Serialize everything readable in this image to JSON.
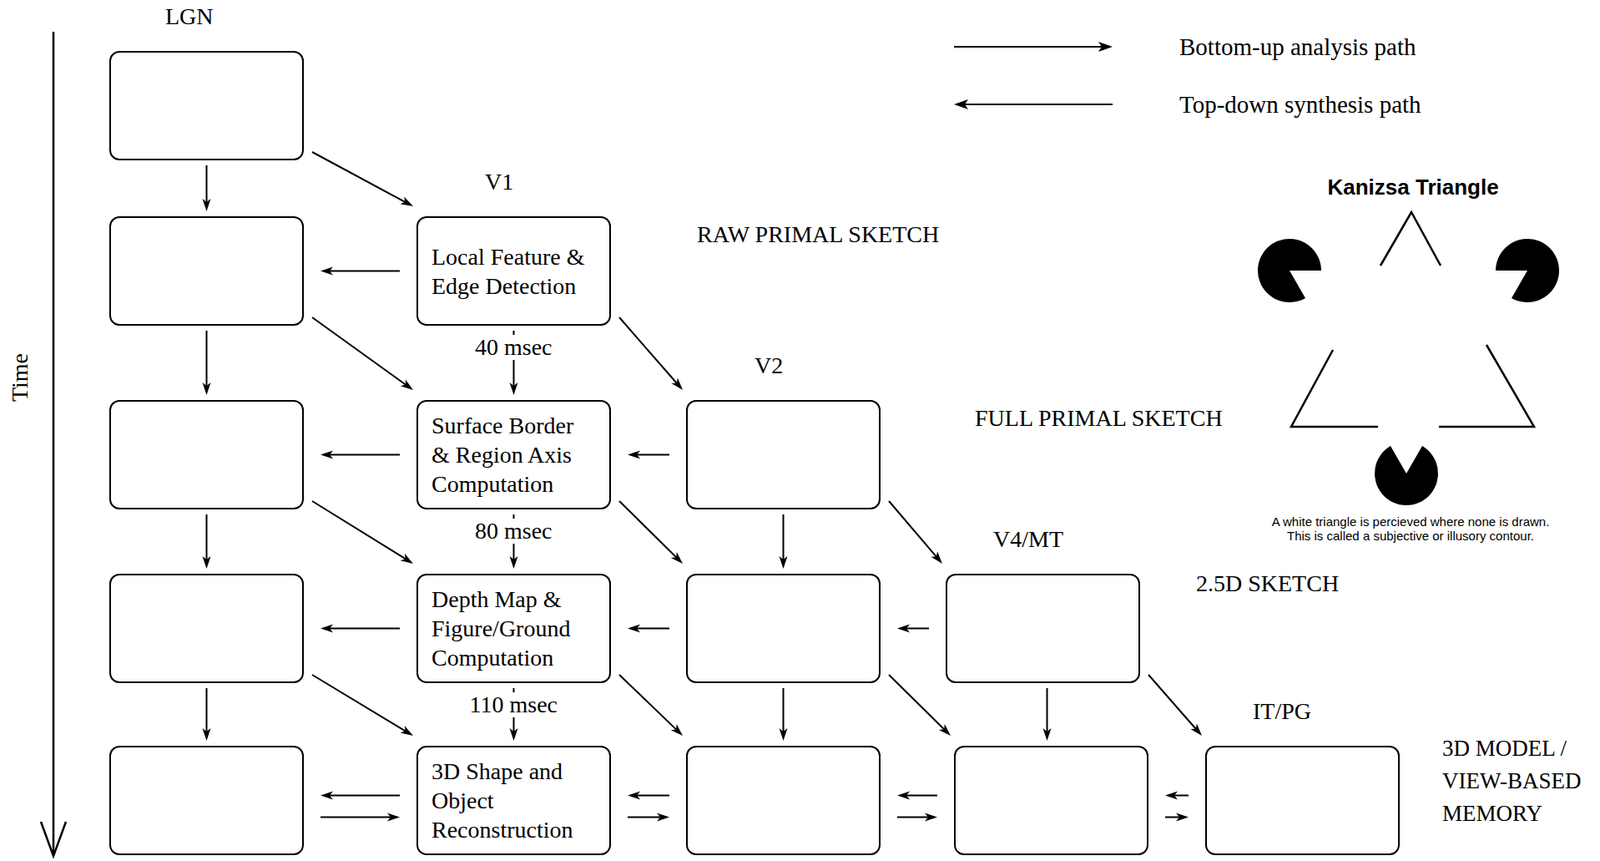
{
  "diagram": {
    "nodes": [
      {
        "text": [
          "LGN"
        ]
      },
      {
        "text": []
      },
      {
        "text": [
          "V1",
          "Local Feature & Edge Detection"
        ]
      },
      {
        "text": []
      },
      {
        "text": [
          "Surface Border & Region Axis Computation"
        ]
      },
      {
        "text": [
          "V2"
        ]
      },
      {
        "text": []
      },
      {
        "text": [
          "Depth Map & Figure/Ground Computation"
        ]
      },
      {
        "text": []
      },
      {
        "text": [
          "V4/MT"
        ]
      },
      {
        "text": []
      },
      {
        "text": [
          "3D Shape and Object Reconstruction"
        ]
      },
      {
        "text": []
      },
      {
        "text": []
      },
      {
        "text": [
          "IT/PG"
        ]
      }
    ],
    "edges": [
      {
        "from": 0,
        "to": 1,
        "arrow": "to"
      },
      {
        "from": 0,
        "to": 2,
        "arrow": "to"
      },
      {
        "from": 2,
        "to": 1,
        "arrow": "to"
      },
      {
        "from": 1,
        "to": 3,
        "arrow": "to"
      },
      {
        "from": 1,
        "to": 4,
        "arrow": "to"
      },
      {
        "from": 2,
        "to": 4,
        "label": "40 msec",
        "arrow": "to"
      },
      {
        "from": 2,
        "to": 5,
        "arrow": "to"
      },
      {
        "from": 4,
        "to": 3,
        "arrow": "to"
      },
      {
        "from": 5,
        "to": 4,
        "arrow": "to"
      },
      {
        "from": 3,
        "to": 6,
        "arrow": "to"
      },
      {
        "from": 3,
        "to": 7,
        "arrow": "to"
      },
      {
        "from": 4,
        "to": 7,
        "label": "80 msec",
        "arrow": "to"
      },
      {
        "from": 4,
        "to": 8,
        "arrow": "to"
      },
      {
        "from": 5,
        "to": 8,
        "arrow": "to"
      },
      {
        "from": 5,
        "to": 9,
        "arrow": "to"
      },
      {
        "from": 7,
        "to": 6,
        "arrow": "to"
      },
      {
        "from": 8,
        "to": 7,
        "arrow": "to"
      },
      {
        "from": 9,
        "to": 8,
        "arrow": "to"
      },
      {
        "from": 6,
        "to": 10,
        "arrow": "to"
      },
      {
        "from": 6,
        "to": 11,
        "arrow": "to"
      },
      {
        "from": 7,
        "to": 11,
        "label": "110 msec",
        "arrow": "to"
      },
      {
        "from": 7,
        "to": 12,
        "arrow": "to"
      },
      {
        "from": 8,
        "to": 12,
        "arrow": "to"
      },
      {
        "from": 8,
        "to": 13,
        "arrow": "to"
      },
      {
        "from": 9,
        "to": 13,
        "arrow": "to"
      },
      {
        "from": 9,
        "to": 14,
        "arrow": "to"
      },
      {
        "from": 11,
        "to": 10,
        "arrow": "to"
      },
      {
        "from": 10,
        "to": 11,
        "arrow": "to"
      },
      {
        "from": 12,
        "to": 11,
        "arrow": "to"
      },
      {
        "from": 11,
        "to": 12,
        "arrow": "to"
      },
      {
        "from": 13,
        "to": 12,
        "arrow": "to"
      },
      {
        "from": 12,
        "to": 13,
        "arrow": "to"
      },
      {
        "from": 14,
        "to": 13,
        "arrow": "to"
      },
      {
        "from": 13,
        "to": 14,
        "arrow": "to"
      }
    ],
    "labels": [
      "Time",
      "RAW PRIMAL SKETCH",
      "FULL PRIMAL SKETCH",
      "2.5D SKETCH",
      "3D MODEL / VIEW-BASED MEMORY",
      "Kanizsa Triangle",
      "A white triangle is percieved where none is drawn. This is called a subjective or illusory contour."
    ],
    "legend": [
      {
        "text": "Bottom-up analysis path"
      },
      {
        "text": "Top-down synthesis path"
      }
    ]
  }
}
